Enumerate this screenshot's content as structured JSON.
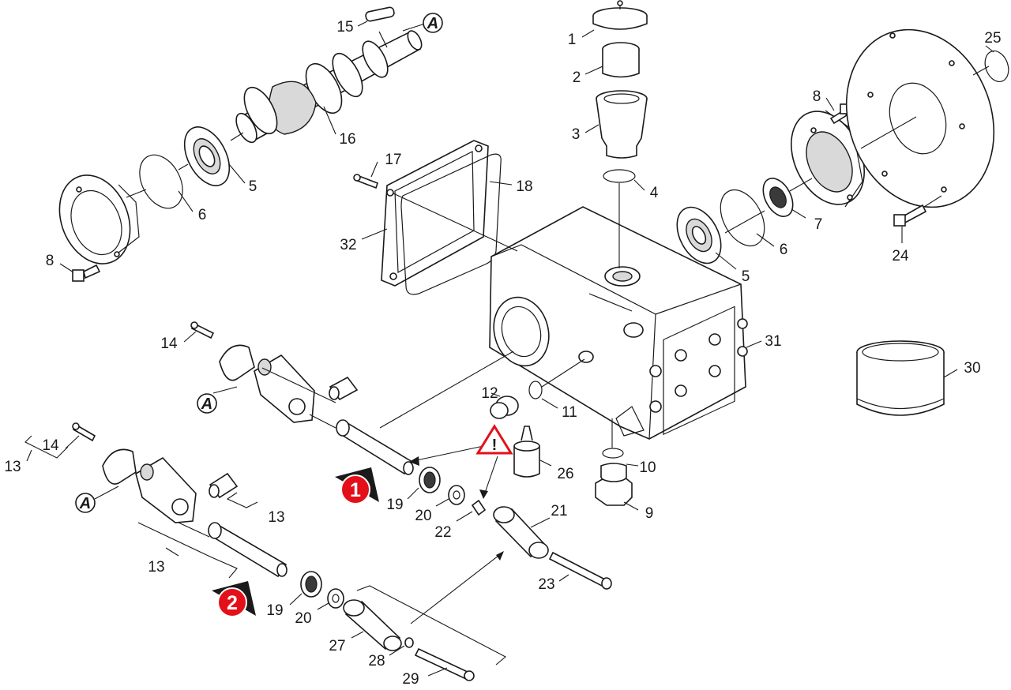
{
  "labels": {
    "p1": "1",
    "p2": "2",
    "p3": "3",
    "p4": "4",
    "p5a": "5",
    "p5b": "5",
    "p6a": "6",
    "p6b": "6",
    "p7": "7",
    "p8a": "8",
    "p8b": "8",
    "p9": "9",
    "p10": "10",
    "p11": "11",
    "p12": "12",
    "p13a": "13",
    "p13b": "13",
    "p13c": "13",
    "p14a": "14",
    "p14b": "14",
    "p15": "15",
    "p16": "16",
    "p17": "17",
    "p18": "18",
    "p19a": "19",
    "p19b": "19",
    "p20a": "20",
    "p20b": "20",
    "p21": "21",
    "p22": "22",
    "p23": "23",
    "p24": "24",
    "p25": "25",
    "p26": "26",
    "p27": "27",
    "p28": "28",
    "p29": "29",
    "p30": "30",
    "p31": "31",
    "p32": "32"
  },
  "markers": {
    "detailA": "A",
    "badge1": "1",
    "badge2": "2",
    "warning": "!"
  },
  "colors": {
    "badge": "#e3101a",
    "warning": "#e3101a",
    "line": "#1a1a1a"
  }
}
